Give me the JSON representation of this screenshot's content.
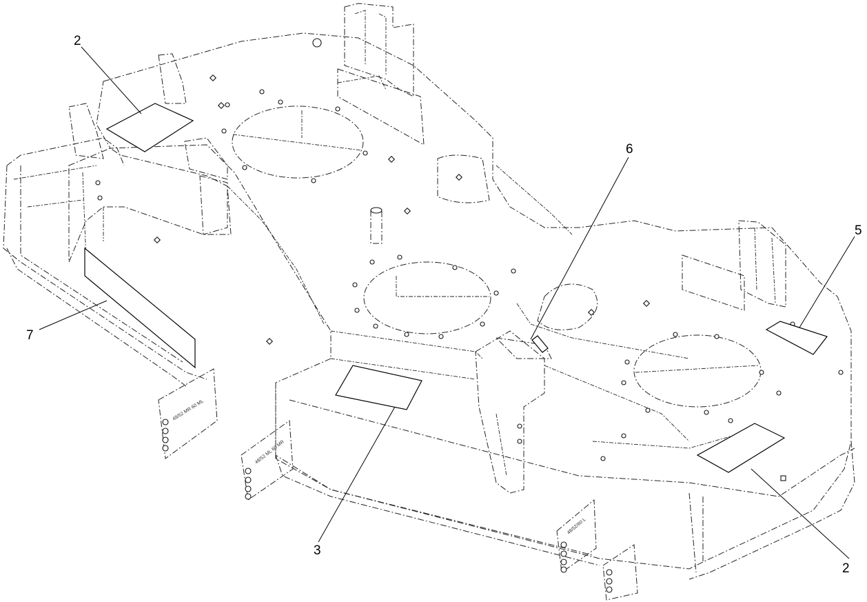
{
  "callouts": [
    {
      "id": "decal-top-left",
      "label": "2"
    },
    {
      "id": "decal-front-left",
      "label": "7"
    },
    {
      "id": "decal-center",
      "label": "3"
    },
    {
      "id": "decal-belt-guard",
      "label": "6"
    },
    {
      "id": "decal-right",
      "label": "5"
    },
    {
      "id": "decal-front-right",
      "label": "2"
    }
  ],
  "height_tags": [
    {
      "text": "48/52 MR 60 ML"
    },
    {
      "text": "48/52 ML 60 MR"
    },
    {
      "text": "48/52/60 L"
    }
  ]
}
